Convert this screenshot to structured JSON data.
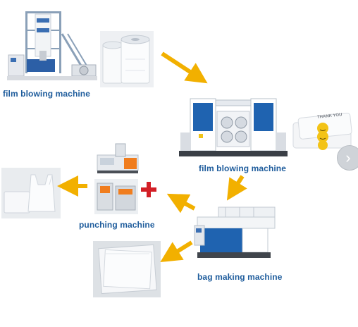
{
  "labels": {
    "step1": "film blowing machine",
    "step2": "film blowing machine",
    "step3": "punching machine",
    "step4": "bag making machine"
  },
  "printed_bag_text": "THANK YOU",
  "colors": {
    "label_text": "#1e5c9c",
    "arrow": "#f2b000",
    "plus": "#d31f26",
    "machine_blue": "#1f63b0"
  },
  "icons": {
    "next": "chevron-right-icon"
  }
}
